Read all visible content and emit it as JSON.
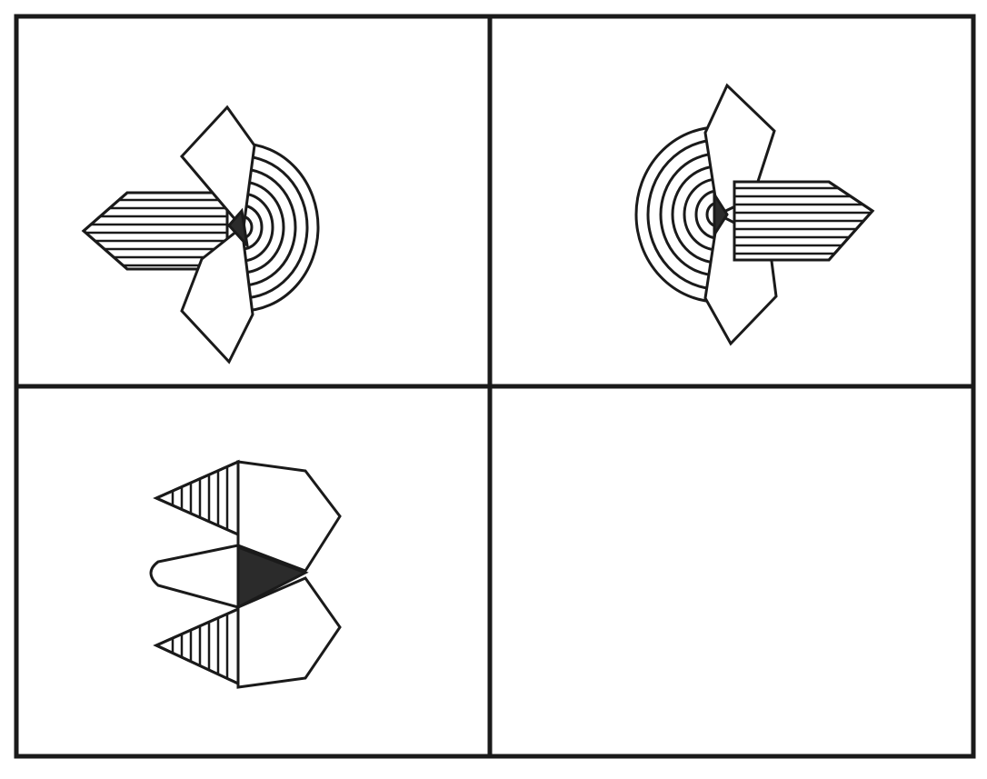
{
  "colors": {
    "stroke": "#1a1a1a",
    "background": "#ffffff",
    "dark_fill": "#2b2b2b"
  },
  "puzzle": {
    "type": "2x2 visual analogy grid",
    "panels": [
      {
        "position": "top-left",
        "figure": "petal-with-striped-arrow-left-and-arcs-right"
      },
      {
        "position": "top-right",
        "figure": "petal-with-arcs-left-and-striped-arrow-right"
      },
      {
        "position": "bottom-left",
        "figure": "pentagons-with-striped-triangles-and-dark-wedge"
      },
      {
        "position": "bottom-right",
        "figure": "empty"
      }
    ]
  }
}
